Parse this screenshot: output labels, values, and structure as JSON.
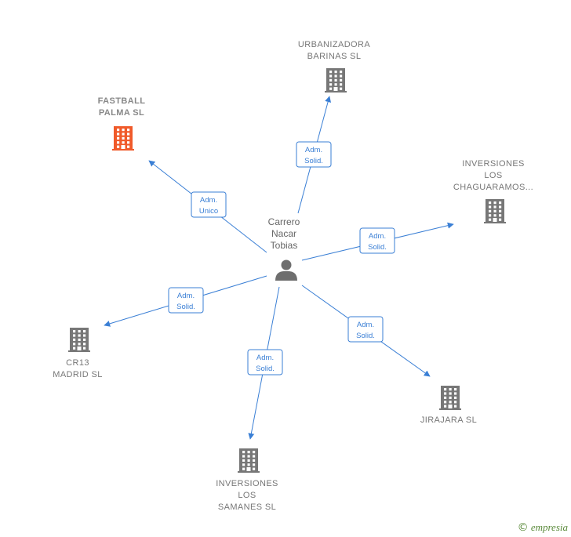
{
  "center": {
    "id": "person",
    "label_lines": [
      "Carrero",
      "Nacar",
      "Tobias"
    ],
    "icon": "person-icon"
  },
  "companies": [
    {
      "id": "urbanizadora",
      "label_lines": [
        "URBANIZADORA",
        "BARINAS SL"
      ],
      "icon": "building-icon",
      "color": "#777777",
      "highlight": false
    },
    {
      "id": "fastball",
      "label_lines": [
        "FASTBALL",
        "PALMA  SL"
      ],
      "icon": "building-icon",
      "color": "#f05a2a",
      "highlight": true
    },
    {
      "id": "chaguaramos",
      "label_lines": [
        "INVERSIONES",
        "LOS",
        "CHAGUARAMOS..."
      ],
      "icon": "building-icon",
      "color": "#777777",
      "highlight": false
    },
    {
      "id": "cr13",
      "label_lines": [
        "CR13",
        "MADRID  SL"
      ],
      "icon": "building-icon",
      "color": "#777777",
      "highlight": false
    },
    {
      "id": "jirajara",
      "label_lines": [
        "JIRAJARA  SL"
      ],
      "icon": "building-icon",
      "color": "#777777",
      "highlight": false
    },
    {
      "id": "samanes",
      "label_lines": [
        "INVERSIONES",
        "LOS",
        "SAMANES SL"
      ],
      "icon": "building-icon",
      "color": "#777777",
      "highlight": false
    }
  ],
  "edges": [
    {
      "to": "urbanizadora",
      "label_lines": [
        "Adm.",
        "Solid."
      ]
    },
    {
      "to": "fastball",
      "label_lines": [
        "Adm.",
        "Unico"
      ]
    },
    {
      "to": "chaguaramos",
      "label_lines": [
        "Adm.",
        "Solid."
      ]
    },
    {
      "to": "cr13",
      "label_lines": [
        "Adm.",
        "Solid."
      ]
    },
    {
      "to": "jirajara",
      "label_lines": [
        "Adm.",
        "Solid."
      ]
    },
    {
      "to": "samanes",
      "label_lines": [
        "Adm.",
        "Solid."
      ]
    }
  ],
  "colors": {
    "edge": "#3a7fd5",
    "building": "#777777",
    "highlight": "#f05a2a",
    "brand": "#5a8a3a"
  },
  "footer": {
    "copyright_symbol": "©",
    "brand": "empresia"
  }
}
